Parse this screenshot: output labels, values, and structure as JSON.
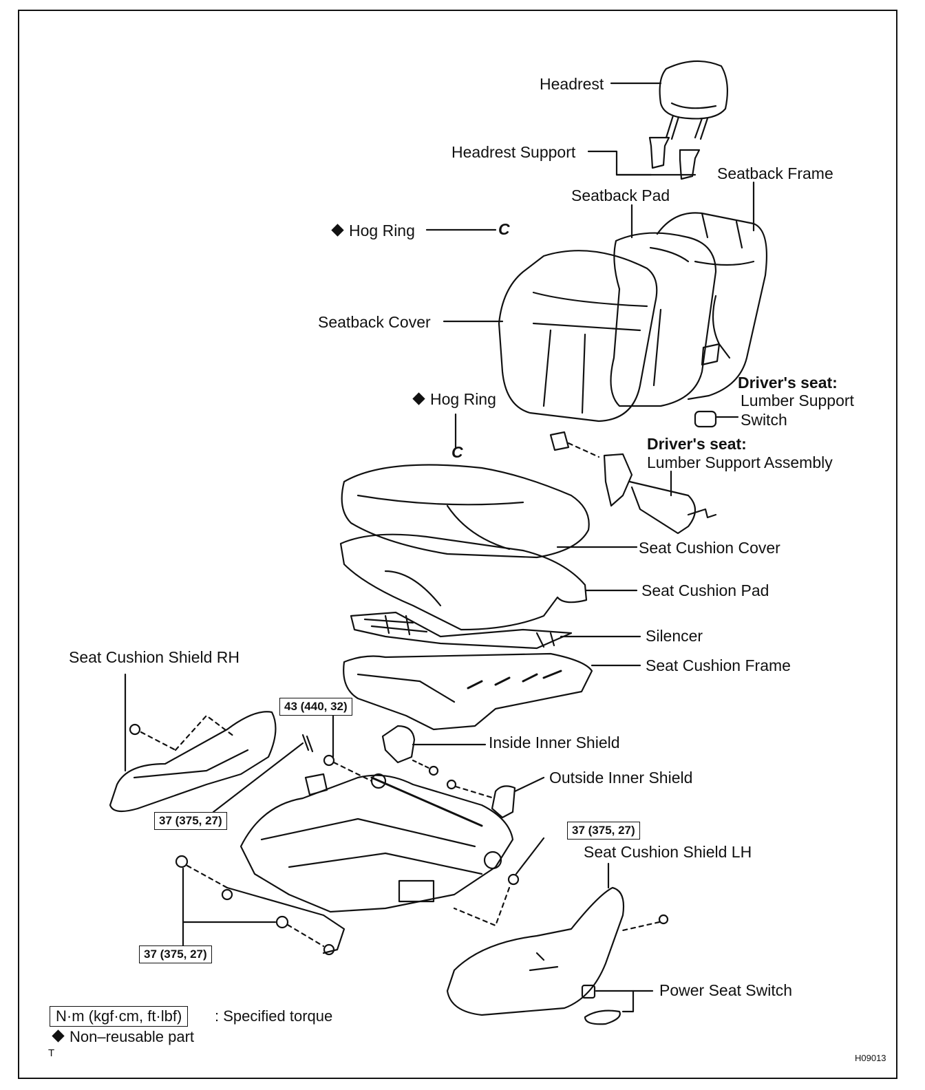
{
  "labels": {
    "headrest": "Headrest",
    "headrest_support": "Headrest Support",
    "seatback_frame": "Seatback Frame",
    "seatback_pad": "Seatback Pad",
    "hog_ring": "Hog Ring",
    "hog_ring_clip": "C",
    "seatback_cover": "Seatback Cover",
    "drivers_seat": "Driver's seat:",
    "lumber_support_switch_1": "Lumber Support",
    "lumber_support_switch_2": "Switch",
    "lumber_support_assembly": "Lumber Support Assembly",
    "seat_cushion_cover": "Seat Cushion Cover",
    "seat_cushion_pad": "Seat Cushion Pad",
    "silencer": "Silencer",
    "seat_cushion_frame": "Seat Cushion Frame",
    "seat_cushion_shield_rh": "Seat Cushion Shield RH",
    "inside_inner_shield": "Inside Inner Shield",
    "outside_inner_shield": "Outside Inner Shield",
    "seat_cushion_shield_lh": "Seat Cushion Shield LH",
    "power_seat_switch": "Power Seat Switch"
  },
  "torques": {
    "t1": "43 (440, 32)",
    "t2": "37 (375, 27)",
    "t3": "37 (375, 27)",
    "t4": "37 (375, 27)"
  },
  "legend": {
    "unit_box": "N·m (kgf·cm, ft·lbf)",
    "unit_desc": ": Specified torque",
    "nonreusable": "Non–reusable part",
    "corner_mark": "T",
    "figure_code": "H09013"
  }
}
